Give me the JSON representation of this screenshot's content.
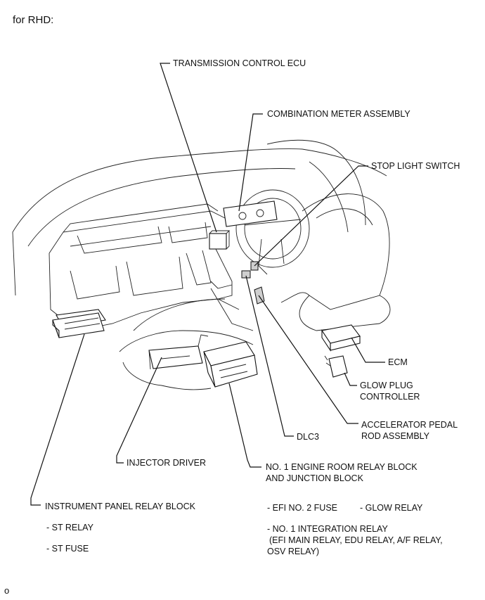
{
  "header": "for RHD:",
  "labels": {
    "transmission_ecu": "TRANSMISSION CONTROL ECU",
    "combination_meter": "COMBINATION METER ASSEMBLY",
    "stop_light_switch": "STOP LIGHT SWITCH",
    "ecm": "ECM",
    "glow_plug_1": "GLOW PLUG",
    "glow_plug_2": "CONTROLLER",
    "accel_1": "ACCELERATOR PEDAL",
    "accel_2": "ROD ASSEMBLY",
    "dlc3": "DLC3",
    "injector_driver": "INJECTOR DRIVER",
    "engine_room_1": "NO. 1 ENGINE ROOM RELAY BLOCK",
    "engine_room_2": "AND JUNCTION BLOCK",
    "instrument_panel": "INSTRUMENT PANEL RELAY BLOCK"
  },
  "sublists": {
    "ip_items": [
      "- ST RELAY",
      "- ST FUSE"
    ],
    "er_line1": "- EFI NO. 2 FUSE",
    "er_line1b": "- GLOW RELAY",
    "er_line2": "- NO. 1 INTEGRATION RELAY",
    "er_line3": "(EFI MAIN RELAY, EDU RELAY, A/F RELAY,",
    "er_line4": "OSV RELAY)"
  },
  "footer": "o"
}
